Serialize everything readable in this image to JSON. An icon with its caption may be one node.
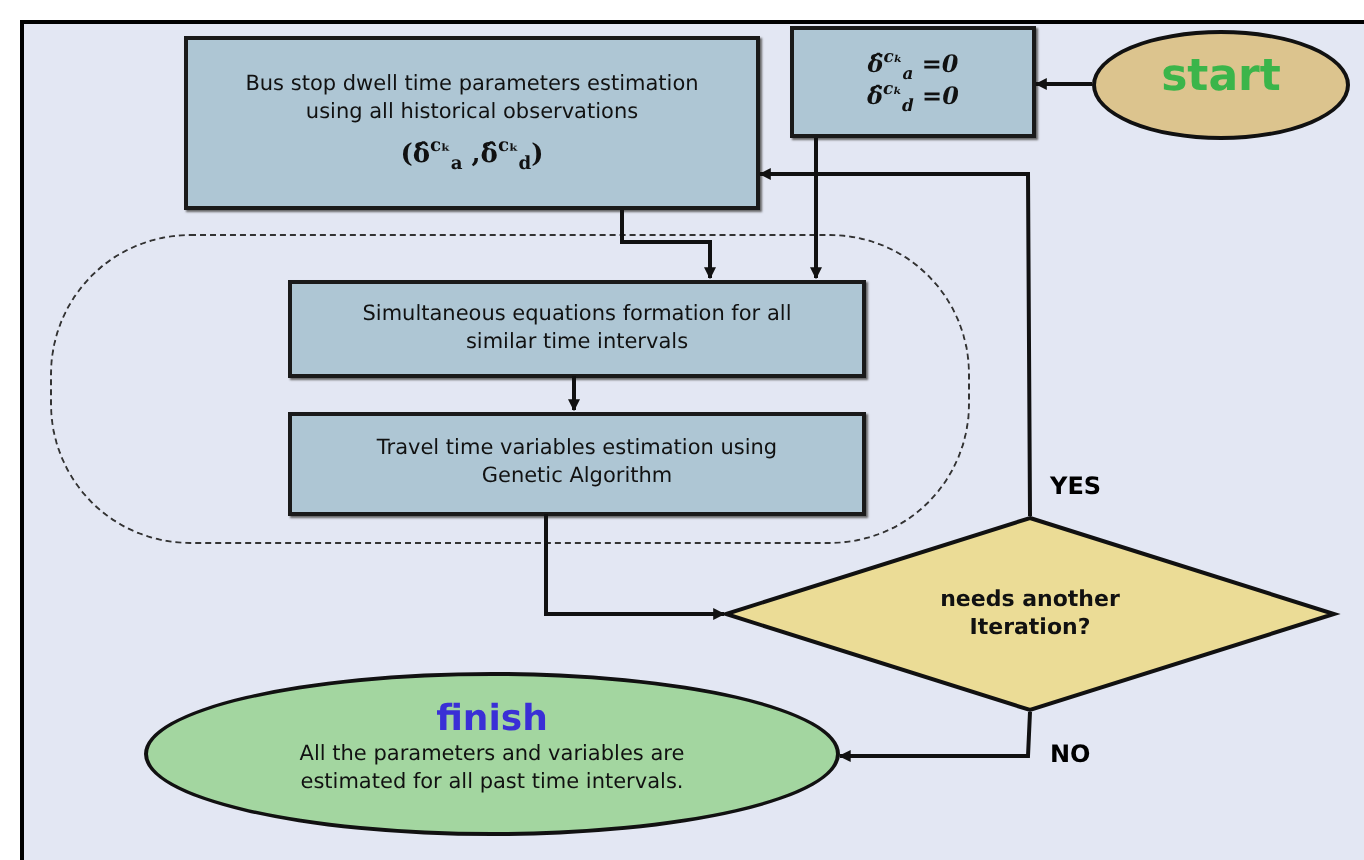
{
  "diagram": {
    "nodes": [
      {
        "text": [
          "Bus stop dwell time parameters estimation using all historical observations",
          "(δ̂$^{cₖ}$$_{a}$ ,δ̂$^{cₖ}$$_{d}$)"
        ]
      },
      {
        "text": [
          "δ̂$^{cₖ}$$_{a}$ =0",
          "δ̂$^{cₖ}$$_{d}$ =0"
        ]
      },
      {
        "text": [
          "start"
        ]
      },
      {
        "text": [],
        "shape": "box"
      },
      {
        "text": [
          "Simultaneous equations formation for all similar time intervals"
        ],
        "in": 3
      },
      {
        "text": [
          "Travel time variables estimation using Genetic Algorithm"
        ],
        "in": 3
      },
      {
        "text": [
          "needs another Iteration?"
        ]
      },
      {
        "text": [
          "finish",
          "All the parameters and variables are estimated for all past time intervals."
        ]
      }
    ],
    "edges": [
      {
        "from": 2,
        "to": 1,
        "arrow": "to"
      },
      {
        "from": 1,
        "to": 4,
        "arrow": "to"
      },
      {
        "from": 0,
        "to": 4,
        "arrow": "to"
      },
      {
        "from": 4,
        "to": 5,
        "arrow": "to"
      },
      {
        "from": 5,
        "to": 6,
        "arrow": "to"
      },
      {
        "from": 6,
        "to": 0,
        "arrow": "to",
        "label": "YES"
      },
      {
        "from": 6,
        "to": 7,
        "arrow": "to",
        "label": "NO"
      }
    ]
  }
}
